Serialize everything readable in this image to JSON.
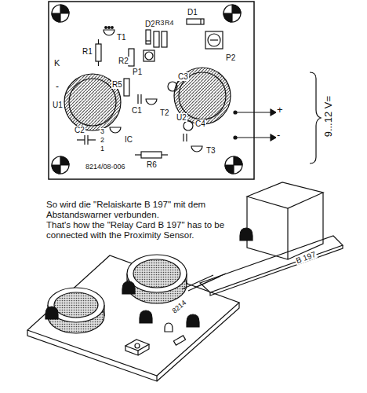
{
  "diagram": {
    "labels": [
      "T1",
      "D2",
      "R3",
      "R4",
      "D1",
      "R1",
      "R2",
      "P1",
      "P2",
      "K",
      "-",
      "C1",
      "C3",
      "R5",
      "U1",
      "T2",
      "U2",
      "C2",
      "C4",
      "3",
      "2",
      "IC",
      "1",
      "R6",
      "T3",
      "8214/08-006",
      "+",
      "-",
      "9...12 V=",
      "So wird die \"Relaiskarte B 197\" mit dem Abstandswarner verbunden.",
      "That's how the \"Relay Card B 197\" has to be connected with the Proximity Sensor.",
      "B 197",
      "8214"
    ]
  }
}
